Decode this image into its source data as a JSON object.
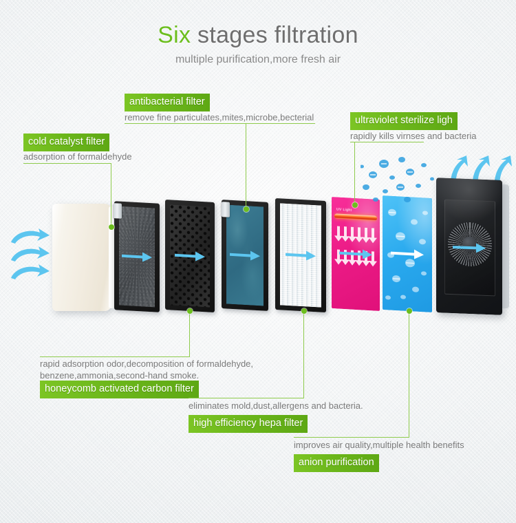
{
  "header": {
    "title_highlight": "Six",
    "title_rest": " stages filtration",
    "subtitle": "multiple purification,more fresh air"
  },
  "accent": {
    "green": "#6cbe1e",
    "green_dark": "#5ea814",
    "line": "#8ecb4c",
    "text_gray": "#7b7b7b",
    "title_gray": "#6e6e6e",
    "arrow_blue": "#5cc5ef",
    "pink": "#ec1b86",
    "cyan": "#29a9ee"
  },
  "labels": [
    {
      "id": "cold-catalyst",
      "badge": "cold catalyst filter",
      "desc": "adsorption of formaldehyde"
    },
    {
      "id": "antibacterial",
      "badge": "antibacterial filter",
      "desc": "remove fine particulates,mites,microbe,becterial"
    },
    {
      "id": "ultraviolet",
      "badge": "ultraviolet sterilize ligh",
      "desc": "rapidly kills virnses and bacteria"
    },
    {
      "id": "honeycomb-carbon",
      "badge": "honeycomb activated carbon filter",
      "desc": "rapid adsorption odor,decomposition of formaldehyde, benzene,ammonia,second-hand smoke."
    },
    {
      "id": "hepa",
      "badge": "high efficiency hepa filter",
      "desc": "eliminates mold,dust,allergens and bacteria."
    },
    {
      "id": "anion",
      "badge": "anion purification",
      "desc": "improves air quality,multiple health benefits"
    }
  ],
  "panels": [
    {
      "id": "front-cover",
      "name": "front cover"
    },
    {
      "id": "pre-filter",
      "name": "cold catalyst pre-filter"
    },
    {
      "id": "carbon-filter",
      "name": "honeycomb activated carbon filter"
    },
    {
      "id": "antibacterial-filter",
      "name": "antibacterial filter"
    },
    {
      "id": "hepa-filter",
      "name": "high efficiency hepa filter"
    },
    {
      "id": "uv-panel",
      "name": "ultraviolet sterilize light"
    },
    {
      "id": "anion-panel",
      "name": "anion purification"
    },
    {
      "id": "rear-housing",
      "name": "rear housing with fan"
    }
  ],
  "uv": {
    "lamp_label": "UV Light"
  }
}
